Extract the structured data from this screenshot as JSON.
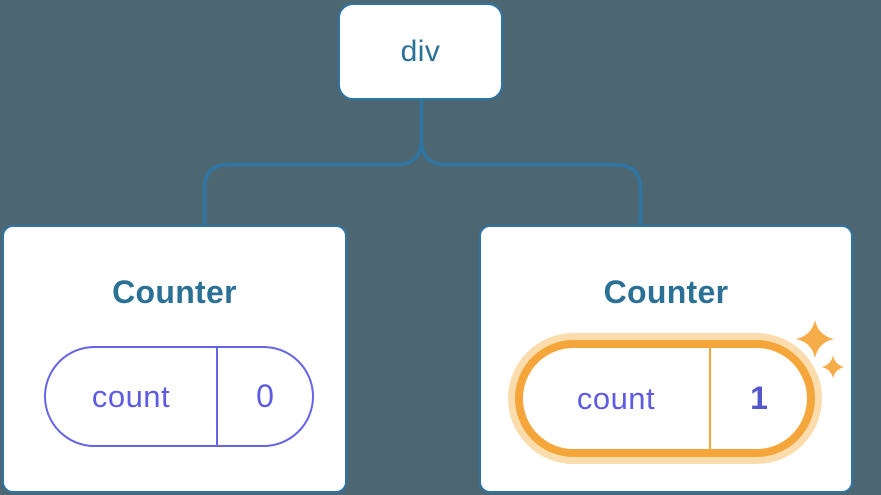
{
  "diagram": {
    "description": "React component tree with state",
    "colors": {
      "background": "#4C6672",
      "node_border_blue": "#2E75A4",
      "text_blue": "#2B7095",
      "state_purple": "#5E5CE2",
      "highlight_orange": "#F5A63B",
      "highlight_glow": "#FBDCAC"
    }
  },
  "tree": {
    "root": {
      "label": "div"
    },
    "children": [
      {
        "title": "Counter",
        "highlighted": false,
        "state": {
          "name": "count",
          "value": "0"
        }
      },
      {
        "title": "Counter",
        "highlighted": true,
        "state": {
          "name": "count",
          "value": "1"
        }
      }
    ]
  }
}
